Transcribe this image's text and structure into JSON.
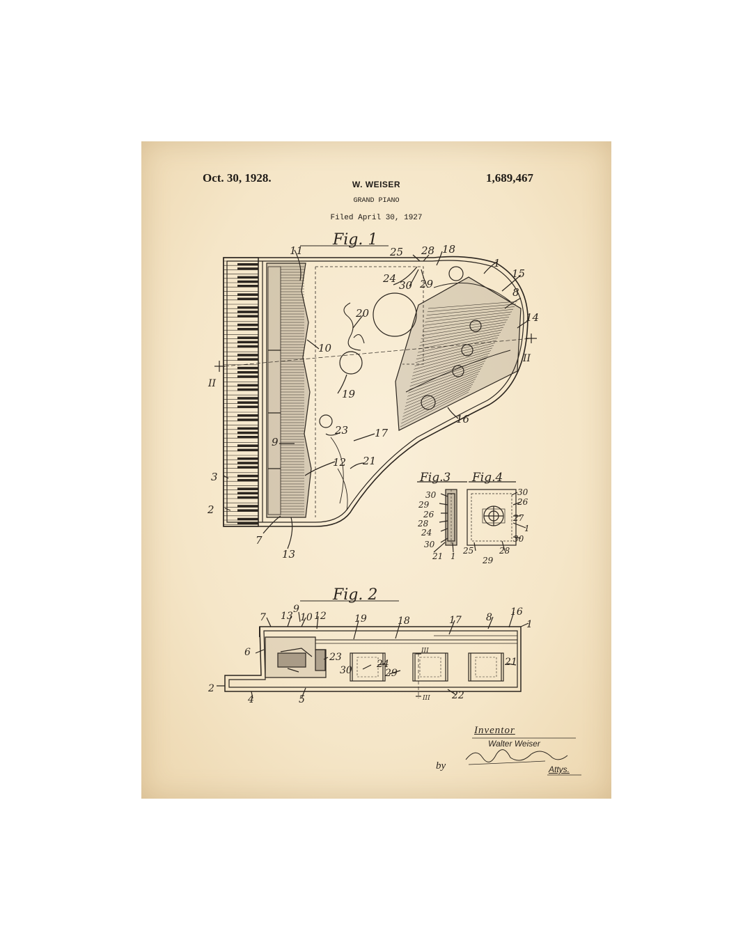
{
  "header": {
    "date": "Oct. 30, 1928.",
    "inventor": "W. WEISER",
    "patent_number": "1,689,467",
    "subject": "GRAND PIANO",
    "filed": "Filed April 30, 1927"
  },
  "figures": {
    "fig1": "Fig. 1",
    "fig2": "Fig. 2",
    "fig3": "Fig.3",
    "fig4": "Fig.4"
  },
  "section_marks": {
    "ii": "II",
    "iii": "III"
  },
  "fig1_labels": [
    "11",
    "25",
    "28",
    "18",
    "1",
    "15",
    "8",
    "14",
    "24",
    "30",
    "29",
    "20",
    "10",
    "19",
    "23",
    "17",
    "21",
    "16",
    "9",
    "12",
    "3",
    "2",
    "7",
    "13"
  ],
  "fig34_labels": [
    "30",
    "29",
    "26",
    "28",
    "24",
    "30",
    "21",
    "1",
    "25",
    "28",
    "29",
    "30",
    "26",
    "27",
    "1",
    "30"
  ],
  "fig2_labels": [
    "7",
    "13",
    "9",
    "10",
    "12",
    "19",
    "18",
    "17",
    "8",
    "16",
    "1",
    "6",
    "23",
    "24",
    "30",
    "29",
    "21",
    "2",
    "4",
    "5",
    "22"
  ],
  "signature": {
    "inventor_label": "Inventor",
    "inventor_name": "Walter Weiser",
    "by": "by",
    "attorneys": "Attys."
  }
}
